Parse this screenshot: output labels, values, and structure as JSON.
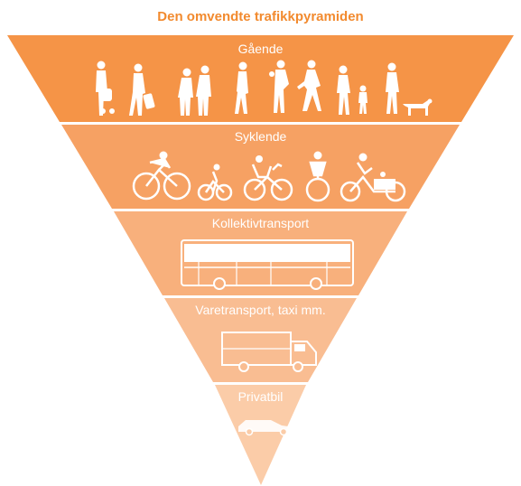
{
  "title": "Den omvendte trafikkpyramiden",
  "levels": [
    {
      "label": "Gående",
      "color": "#f59447",
      "icon": "pedestrians-icon"
    },
    {
      "label": "Syklende",
      "color": "#f6a163",
      "icon": "cyclists-icon"
    },
    {
      "label": "Kollektivtransport",
      "color": "#f8b07c",
      "icon": "bus-icon"
    },
    {
      "label": "Varetransport, taxi mm.",
      "color": "#f9bd92",
      "icon": "truck-icon"
    },
    {
      "label": "Privatbil",
      "color": "#fbcca8",
      "icon": "car-icon"
    }
  ]
}
